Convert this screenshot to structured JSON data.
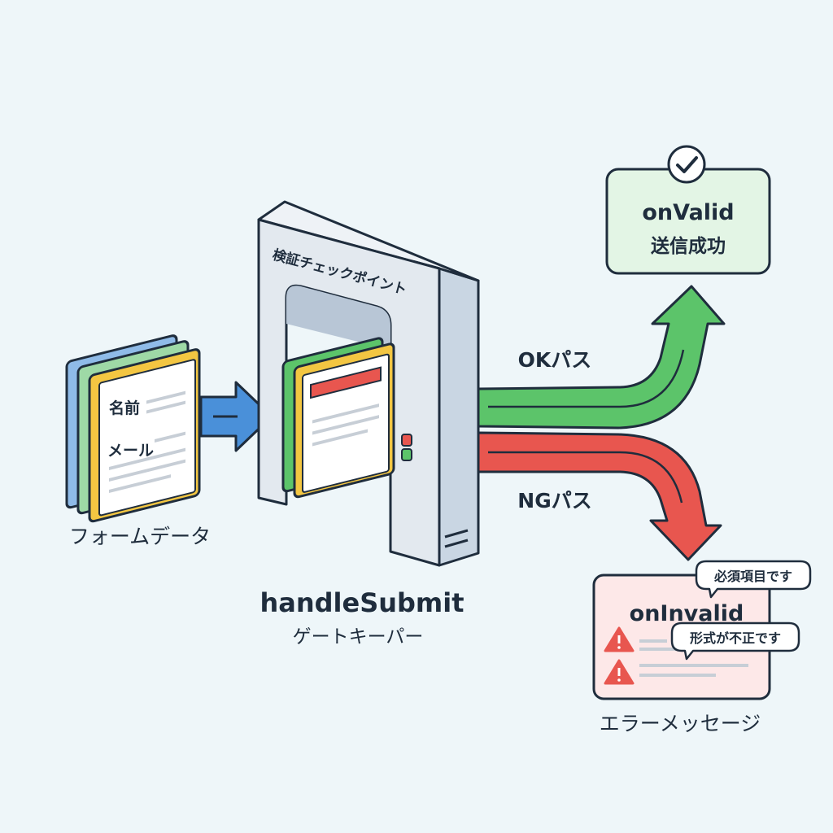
{
  "form": {
    "caption": "フォームデータ",
    "field_name": "名前",
    "field_mail": "メール"
  },
  "gate": {
    "sign": "検証チェックポイント",
    "title": "handleSubmit",
    "subtitle": "ゲートキーパー"
  },
  "paths": {
    "ok_label": "OKパス",
    "ng_label": "NGパス"
  },
  "valid": {
    "title": "onValid",
    "subtitle": "送信成功"
  },
  "invalid": {
    "title": "onInvalid",
    "bubble_required": "必須項目です",
    "bubble_format": "形式が不正です",
    "caption": "エラーメッセージ"
  },
  "colors": {
    "blue": "#4a90d9",
    "green": "#5cc46a",
    "red": "#e8564f",
    "yellow": "#f3c642",
    "outline": "#1f2d3d",
    "valid_bg": "#e3f5e5",
    "invalid_bg": "#fde8e8"
  },
  "icons": [
    "document-stack-icon",
    "arrow-right-icon",
    "check-icon",
    "warning-icon"
  ]
}
